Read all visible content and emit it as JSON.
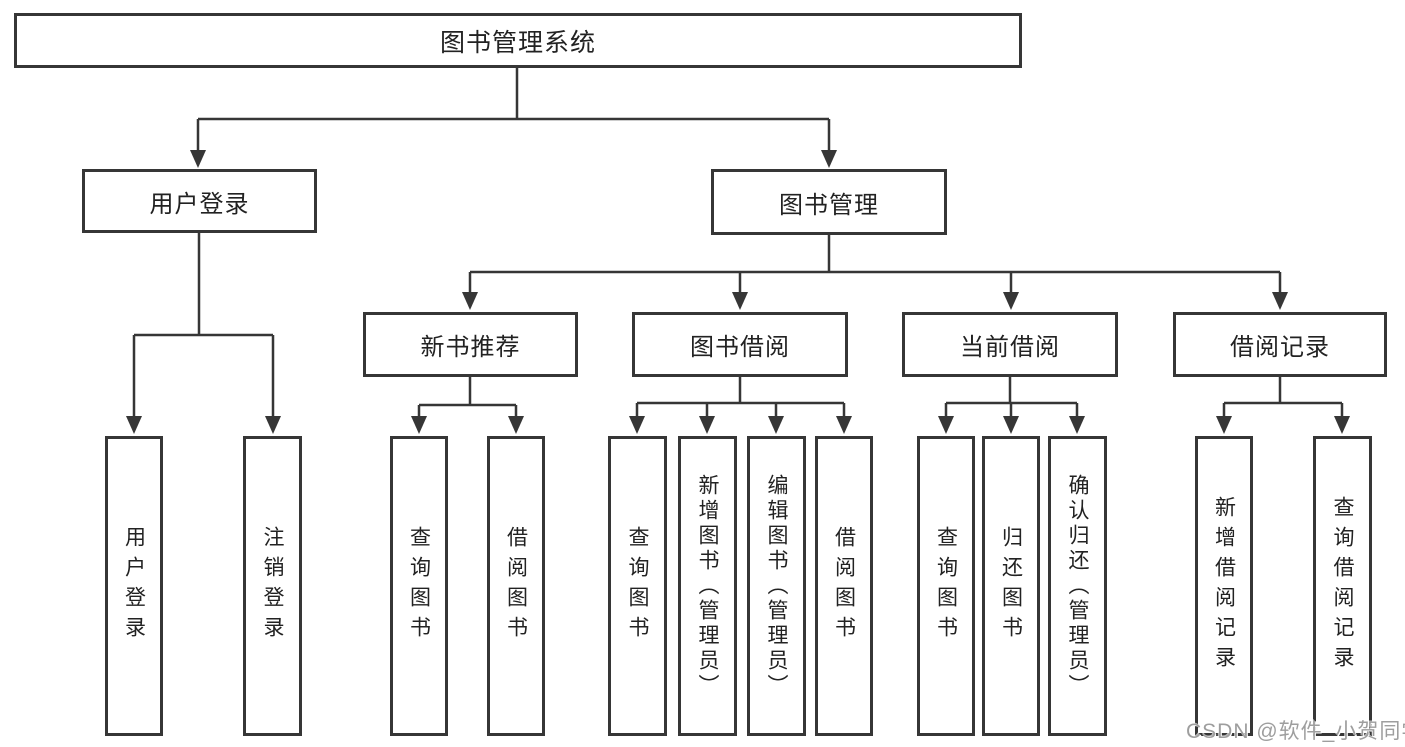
{
  "tree": {
    "root": {
      "label": "图书管理系统"
    },
    "branches": [
      {
        "id": "user-login",
        "label": "用户登录",
        "children": [
          {
            "id": "user-login-leaf",
            "label": "用户登录"
          },
          {
            "id": "logout-leaf",
            "label": "注销登录"
          }
        ]
      },
      {
        "id": "book-management",
        "label": "图书管理",
        "children": [
          {
            "id": "new-book-recommend",
            "label": "新书推荐",
            "children": [
              {
                "id": "query-books",
                "label": "查询图书"
              },
              {
                "id": "borrow-books",
                "label": "借阅图书"
              }
            ]
          },
          {
            "id": "book-borrowing",
            "label": "图书借阅",
            "children": [
              {
                "id": "query-books",
                "label": "查询图书"
              },
              {
                "id": "add-books-admin",
                "label": "新增图书（管理员）"
              },
              {
                "id": "edit-books-admin",
                "label": "编辑图书（管理员）"
              },
              {
                "id": "borrow-books",
                "label": "借阅图书"
              }
            ]
          },
          {
            "id": "current-borrowing",
            "label": "当前借阅",
            "children": [
              {
                "id": "query-books",
                "label": "查询图书"
              },
              {
                "id": "return-books",
                "label": "归还图书"
              },
              {
                "id": "confirm-return-admin",
                "label": "确认归还（管理员）"
              }
            ]
          },
          {
            "id": "borrowing-records",
            "label": "借阅记录",
            "children": [
              {
                "id": "add-borrow-record",
                "label": "新增借阅记录"
              },
              {
                "id": "query-borrow-record",
                "label": "查询借阅记录"
              }
            ]
          }
        ]
      }
    ]
  },
  "watermark": {
    "text": "CSDN @软件_小贺同学"
  },
  "colors": {
    "line": "#363636",
    "box_border": "#363636",
    "text": "#222222",
    "background": "#ffffff",
    "watermark": "#9e9e9e"
  }
}
